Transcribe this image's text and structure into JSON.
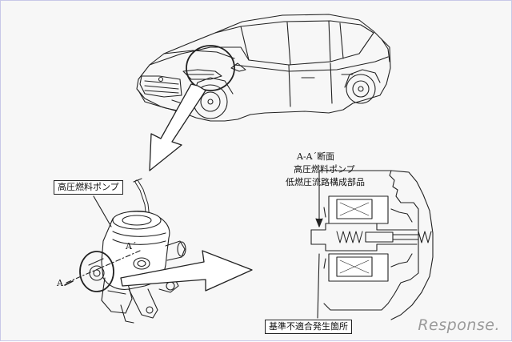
{
  "labels": {
    "pump": "高圧燃料ポンプ",
    "section_title": "A-A´断面",
    "section_line1": "高圧燃料ポンプ",
    "section_line2": "低燃圧流路構成部品",
    "defect": "基準不適合発生箇所",
    "section_mark_a": "A",
    "section_mark_a_prime": "A´"
  },
  "watermark": "Response.",
  "colors": {
    "line": "#222222",
    "background": "#f7f7f7",
    "frame": "#c8c8e8",
    "watermark": "#9a9a9a"
  }
}
